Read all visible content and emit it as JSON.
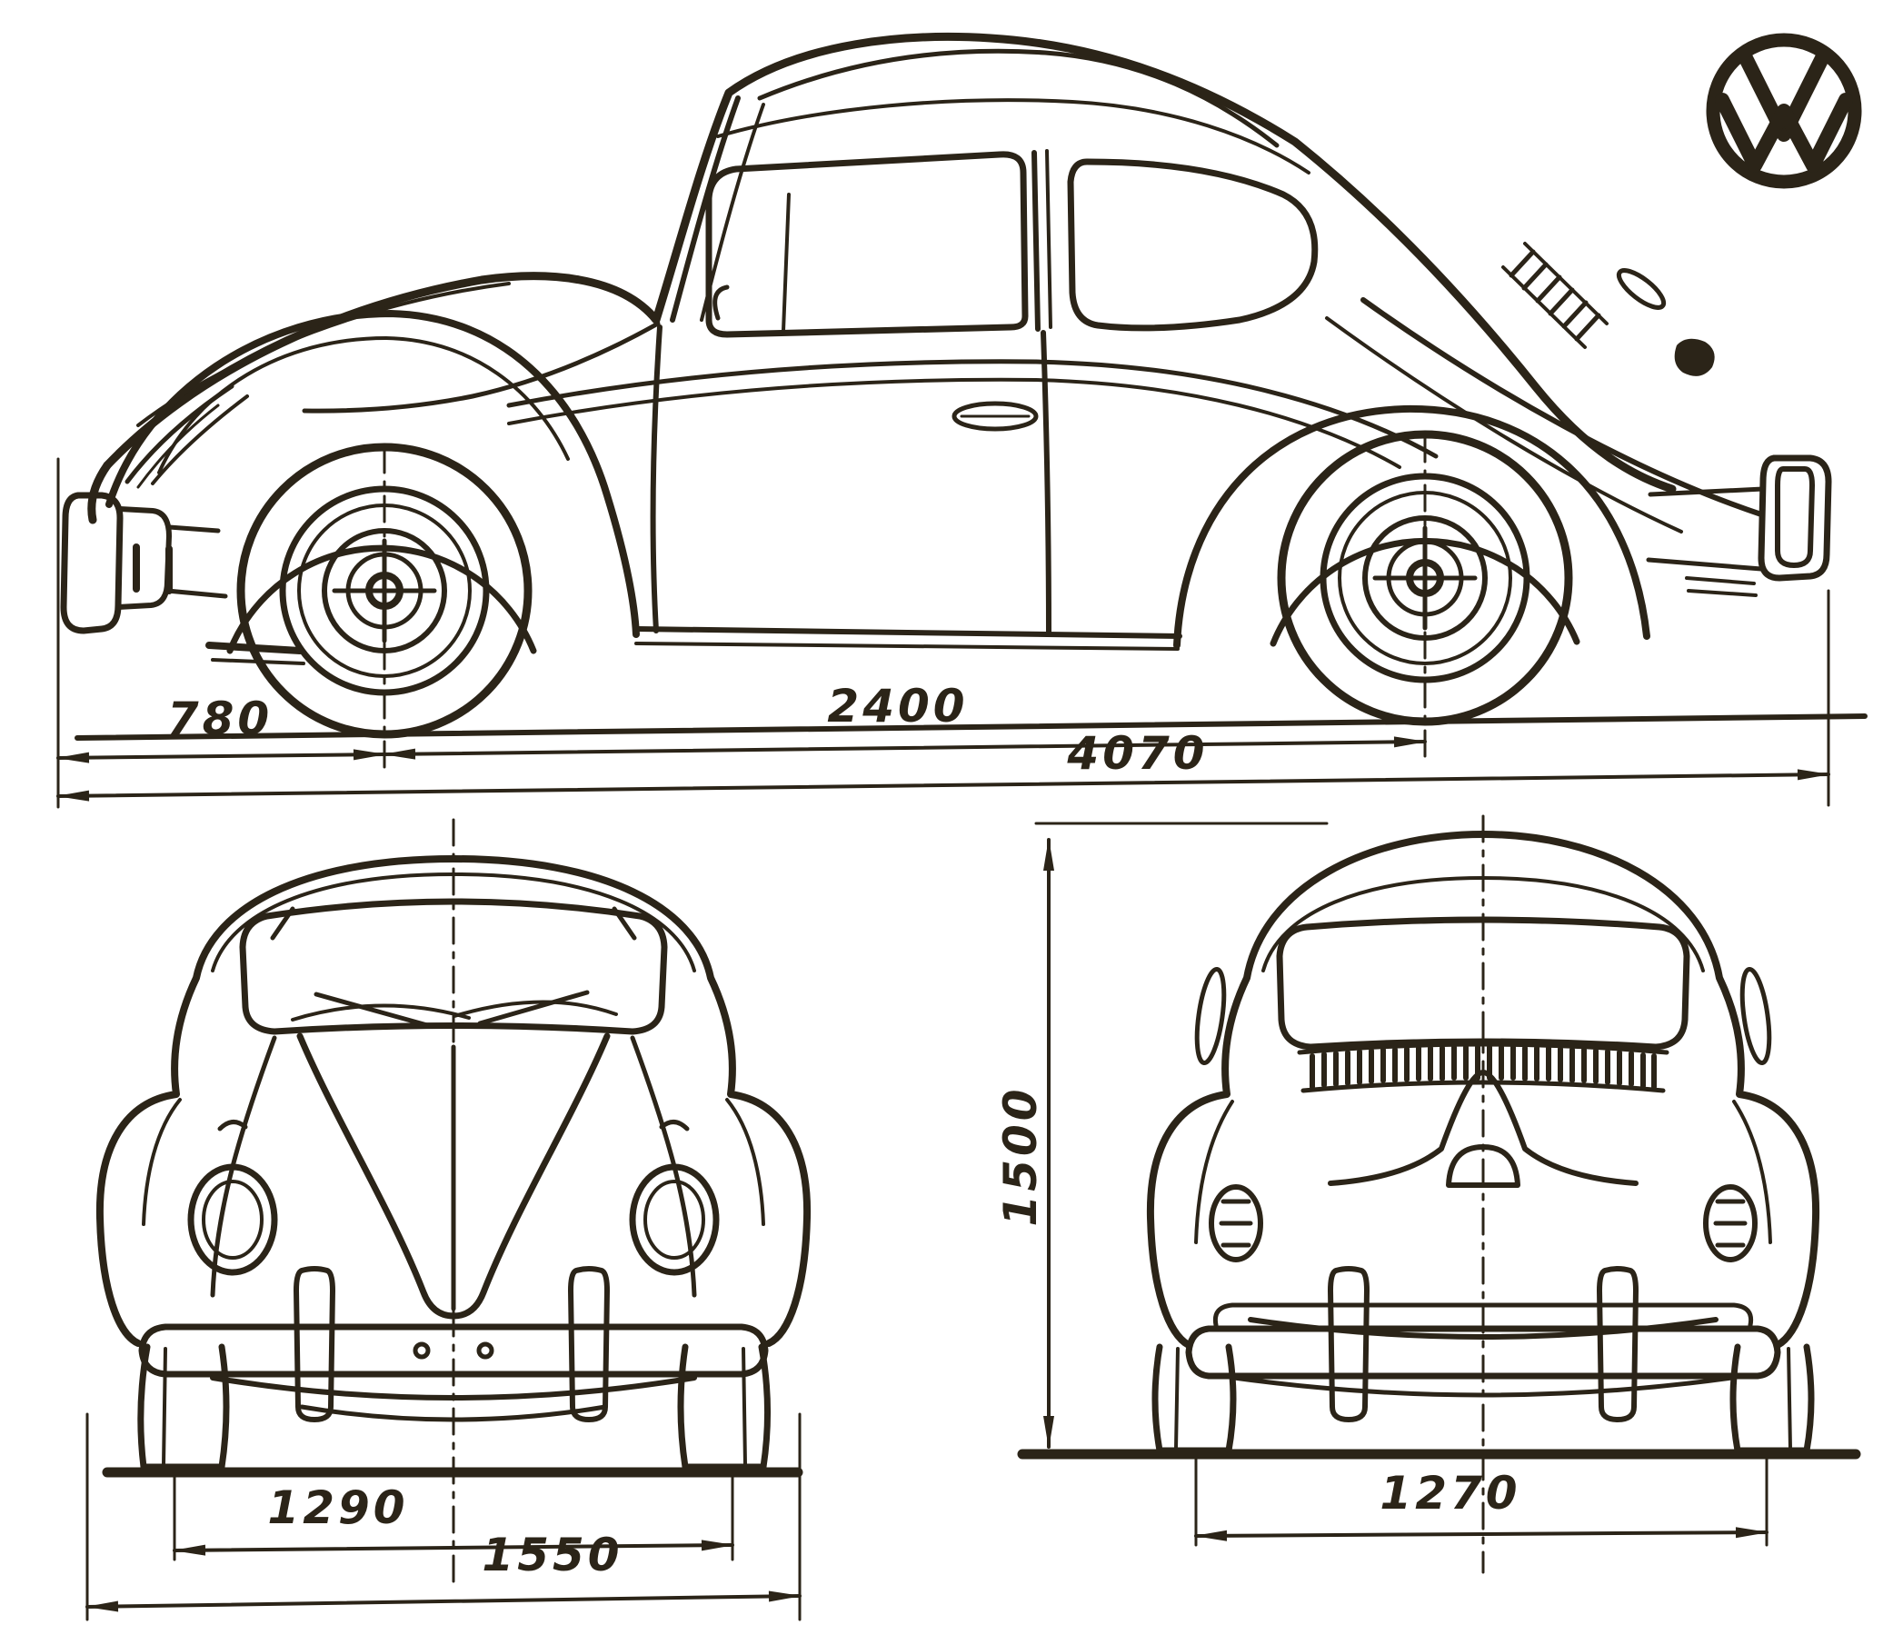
{
  "document": {
    "subject": "Volkswagen Beetle three-view dimensional blueprint",
    "background_color": "#ffffff",
    "line_color": "#2b2418"
  },
  "logo": {
    "name": "VW roundel"
  },
  "dimensions": {
    "side_view": {
      "front_overhang": "780",
      "wheelbase": "2400",
      "overall_length": "4070"
    },
    "front_view": {
      "front_track": "1290",
      "overall_width": "1550"
    },
    "rear_view": {
      "overall_height": "1500",
      "rear_track": "1270"
    }
  }
}
